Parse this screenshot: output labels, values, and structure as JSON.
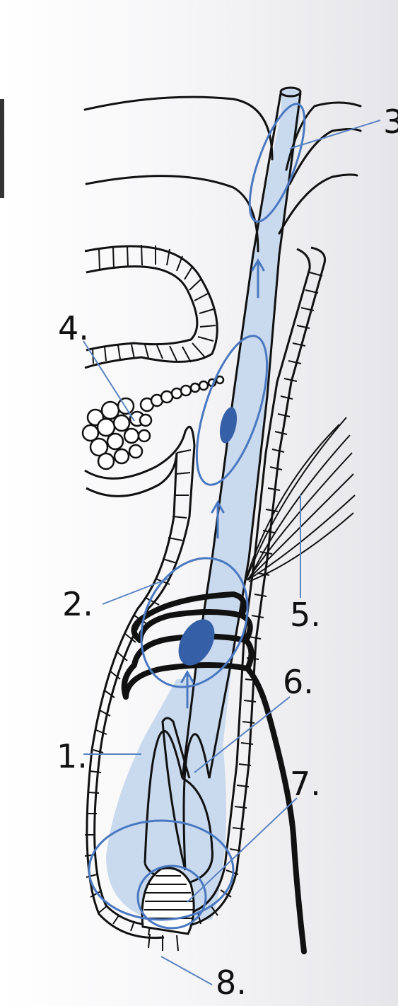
{
  "labels": [
    {
      "id": "1",
      "text": "1."
    },
    {
      "id": "2",
      "text": "2."
    },
    {
      "id": "3",
      "text": "3"
    },
    {
      "id": "4",
      "text": "4."
    },
    {
      "id": "5",
      "text": "5."
    },
    {
      "id": "6",
      "text": "6."
    },
    {
      "id": "7",
      "text": "7."
    },
    {
      "id": "8",
      "text": "8."
    }
  ],
  "colors": {
    "ink": "#111111",
    "hair_fill": "#c9d9ee",
    "accent": "#4a78c0",
    "accent_dark": "#3560a8",
    "paper_left": "#ffffff",
    "paper_right": "#ececf0"
  }
}
